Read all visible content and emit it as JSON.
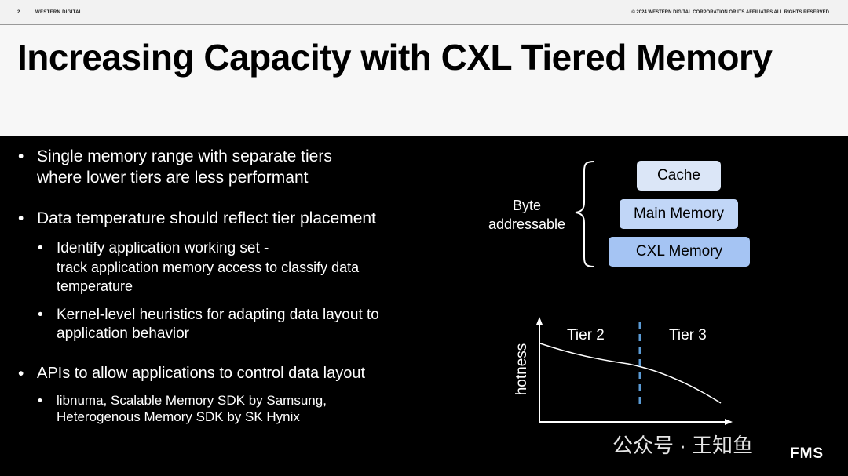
{
  "header": {
    "page_number": "2",
    "company": "WESTERN DIGITAL",
    "copyright": "© 2024 WESTERN DIGITAL CORPORATION OR ITS AFFILIATES  ALL RIGHTS RESERVED"
  },
  "slide": {
    "title": "Increasing Capacity with CXL Tiered Memory"
  },
  "bullets": {
    "b1": {
      "dot": "•",
      "line1": "Single memory range with separate tiers",
      "line2": "where lower tiers are less performant"
    },
    "b2": {
      "dot": "•",
      "line1": "Data temperature should reflect tier placement"
    },
    "b3": {
      "dot": "•",
      "line1": "Identify application working set -",
      "line2": "track application memory access to classify data",
      "line3": "temperature"
    },
    "b4": {
      "dot": "•",
      "line1": "Kernel-level heuristics for adapting data layout to",
      "line2": "application behavior"
    },
    "b5": {
      "dot": "•",
      "line1": "APIs to allow applications to control data layout"
    },
    "b6": {
      "dot": "•",
      "line1": "libnuma, Scalable Memory SDK by Samsung,",
      "line2": "Heterogenous Memory SDK by SK Hynix"
    }
  },
  "diagram": {
    "byte_label_line1": "Byte",
    "byte_label_line2": "addressable",
    "tiers": [
      {
        "label": "Cache",
        "color": "#dbe6f7"
      },
      {
        "label": "Main Memory",
        "color": "#c1d6f7"
      },
      {
        "label": "CXL Memory",
        "color": "#a5c4f3"
      }
    ]
  },
  "plot": {
    "ylabel": "hotness",
    "tier_left": "Tier 2",
    "tier_right": "Tier 3",
    "divider_color": "#5b9bd5"
  },
  "watermark": {
    "text": "公众号 · 王知鱼",
    "logo": "FMS"
  }
}
